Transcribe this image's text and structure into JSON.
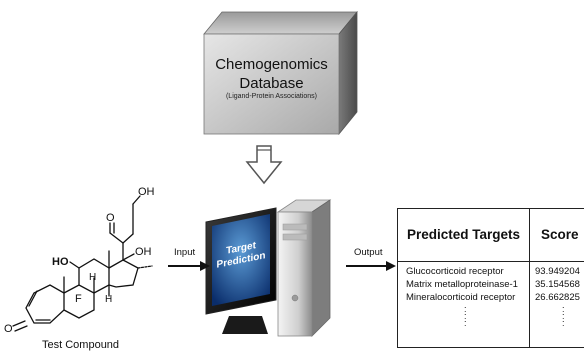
{
  "database": {
    "title_line1": "Chemogenomics",
    "title_line2": "Database",
    "subtitle": "(Ligand-Protein Associations)"
  },
  "server": {
    "label_line1": "Target",
    "label_line2": "Prediction"
  },
  "arrows": {
    "input_label": "Input",
    "output_label": "Output"
  },
  "compound": {
    "caption": "Test Compound",
    "atoms": {
      "oh_top": "OH",
      "oxo": "O",
      "oh_c17": "OH",
      "ho": "HO",
      "f": "F",
      "h9": "H",
      "h14": "H",
      "o3": "O"
    }
  },
  "results": {
    "headers": [
      "Predicted Targets",
      "Score"
    ],
    "rows": [
      {
        "target": "Glucocorticoid receptor",
        "score": "93.949204"
      },
      {
        "target": "Matrix metalloproteinase-1",
        "score": "35.154568"
      },
      {
        "target": "Mineralocorticoid receptor",
        "score": "26.662825"
      }
    ],
    "ellipsis": ":"
  }
}
